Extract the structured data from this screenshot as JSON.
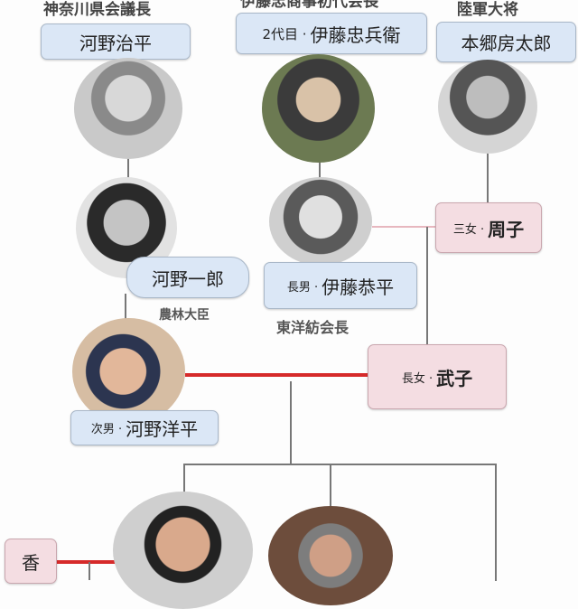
{
  "people": {
    "kono_jihei": {
      "title": "神奈川県会議長",
      "name": "河野治平"
    },
    "ito_chubei": {
      "title": "伊藤忠商事初代会長",
      "prefix": "2代目 ·",
      "name": "伊藤忠兵衛"
    },
    "hongo_fusataro": {
      "title": "陸軍大将",
      "name": "本郷房太郎"
    },
    "kono_ichiro": {
      "name": "河野一郎",
      "title": "農林大臣"
    },
    "ito_kyohei": {
      "prefix": "長男 ·",
      "name": "伊藤恭平",
      "title": "東洋紡会長"
    },
    "shuko": {
      "prefix": "三女 ·",
      "name": "周子"
    },
    "kono_yohei": {
      "prefix": "次男 ·",
      "name": "河野洋平"
    },
    "takeko": {
      "prefix": "長女 ·",
      "name": "武子"
    },
    "kaori": {
      "name": "香"
    }
  },
  "colors": {
    "male_box": "#dbe7f6",
    "female_box": "#f4dde2",
    "marriage_line": "#d62a2a"
  }
}
